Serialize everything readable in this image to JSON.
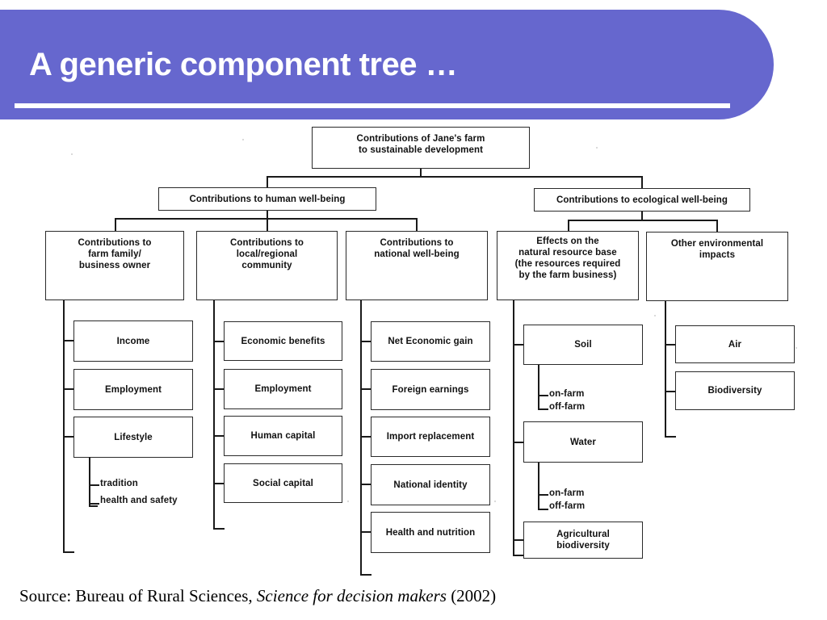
{
  "header": {
    "title": "A generic component tree …",
    "banner_color": "#6667ce",
    "title_color": "#ffffff",
    "underline_color": "#ffffff"
  },
  "diagram": {
    "type": "tree",
    "root": {
      "label": "Contributions of Jane's farm\nto sustainable development"
    },
    "level2": [
      {
        "label": "Contributions to human well-being"
      },
      {
        "label": "Contributions to ecological well-being"
      }
    ],
    "level3": [
      {
        "label": "Contributions to\nfarm family/\nbusiness owner"
      },
      {
        "label": "Contributions to\nlocal/regional\ncommunity"
      },
      {
        "label": "Contributions to\nnational well-being"
      },
      {
        "label": "Effects on the\nnatural resource base\n(the resources required\nby the farm business)"
      },
      {
        "label": "Other environmental\nimpacts"
      }
    ],
    "column1_leaves": [
      {
        "label": "Income"
      },
      {
        "label": "Employment"
      },
      {
        "label": "Lifestyle"
      }
    ],
    "column1_subitems": [
      {
        "label": "tradition"
      },
      {
        "label": "health and safety"
      }
    ],
    "column2_leaves": [
      {
        "label": "Economic benefits"
      },
      {
        "label": "Employment"
      },
      {
        "label": "Human capital"
      },
      {
        "label": "Social capital"
      }
    ],
    "column3_leaves": [
      {
        "label": "Net Economic gain"
      },
      {
        "label": "Foreign earnings"
      },
      {
        "label": "Import replacement"
      },
      {
        "label": "National identity"
      },
      {
        "label": "Health and nutrition"
      }
    ],
    "column4_leaves": [
      {
        "label": "Soil"
      },
      {
        "label": "Water"
      },
      {
        "label": "Agricultural\nbiodiversity"
      }
    ],
    "column4_soil_subitems": [
      {
        "label": "on-farm"
      },
      {
        "label": "off-farm"
      }
    ],
    "column4_water_subitems": [
      {
        "label": "on-farm"
      },
      {
        "label": "off-farm"
      }
    ],
    "column5_leaves": [
      {
        "label": "Air"
      },
      {
        "label": "Biodiversity"
      }
    ]
  },
  "source": {
    "prefix": "Source: Bureau of Rural Sciences, ",
    "title_italic": "Science for decision makers",
    "suffix": " (2002)"
  }
}
